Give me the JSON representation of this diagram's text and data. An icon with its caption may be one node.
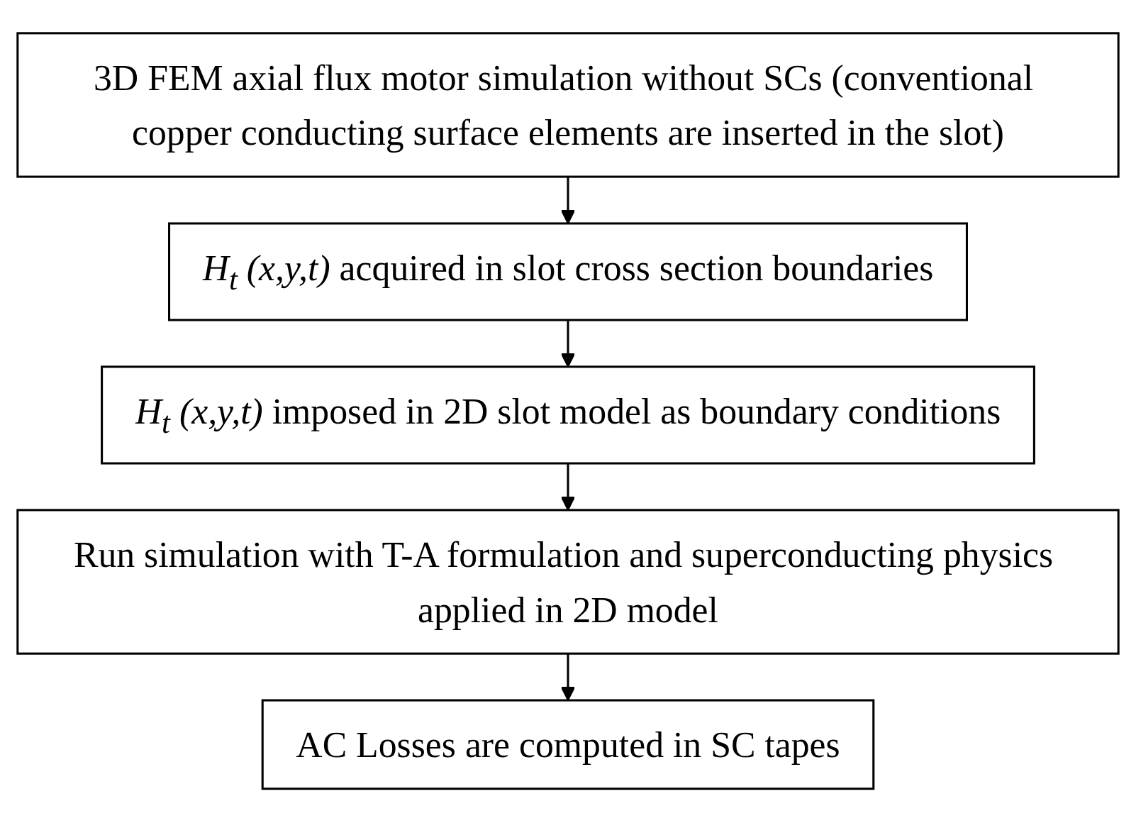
{
  "diagram": {
    "nodes": [
      {
        "text": [
          "3D FEM axial flux motor simulation without SCs (conventional copper conducting surface elements are inserted in the slot)"
        ]
      },
      {
        "text": [
          "*H$_{t}$ (x,y,t)* acquired in slot cross section boundaries"
        ]
      },
      {
        "text": [
          "*H$_{t}$ (x,y,t)* imposed in 2D slot model as boundary conditions"
        ]
      },
      {
        "text": [
          "Run simulation with T-A formulation and superconducting physics applied in 2D model"
        ]
      },
      {
        "text": [
          "AC Losses are computed in SC tapes"
        ]
      }
    ],
    "edges": [
      {
        "from": 0,
        "to": 1,
        "arrow": "to"
      },
      {
        "from": 1,
        "to": 2,
        "arrow": "to"
      },
      {
        "from": 2,
        "to": 3,
        "arrow": "to"
      },
      {
        "from": 3,
        "to": 4,
        "arrow": "to"
      }
    ]
  }
}
